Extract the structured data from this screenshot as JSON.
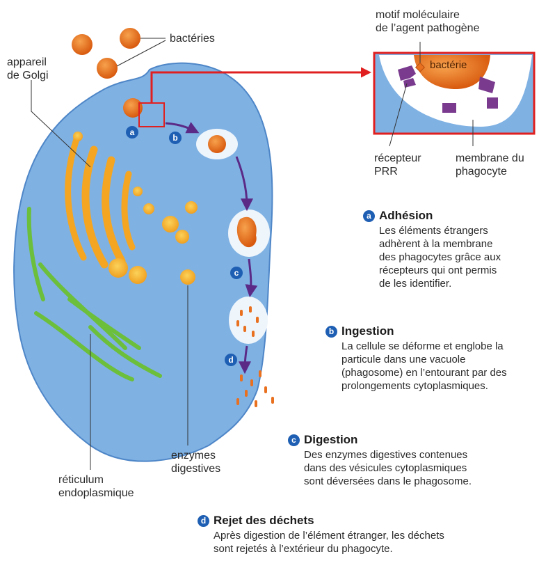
{
  "labels": {
    "bacteries": "bactéries",
    "golgi_line1": "appareil",
    "golgi_line2": "de Golgi",
    "motif_line1": "motif moléculaire",
    "motif_line2": "de l’agent pathogène",
    "bacterie_inset": "bactérie",
    "recepteur_line1": "récepteur",
    "recepteur_line2": "PRR",
    "membrane_line1": "membrane du",
    "membrane_line2": "phagocyte",
    "enzymes_line1": "enzymes",
    "enzymes_line2": "digestives",
    "reticulum_line1": "réticulum",
    "reticulum_line2": "endoplasmique"
  },
  "badges": {
    "a": "a",
    "b": "b",
    "c": "c",
    "d": "d"
  },
  "steps": {
    "a": {
      "title": "Adhésion",
      "lines": [
        "Les éléments étrangers",
        "adhèrent à la membrane",
        "des phagocytes grâce aux",
        "récepteurs qui ont permis",
        "de les identifier."
      ]
    },
    "b": {
      "title": "Ingestion",
      "lines": [
        "La cellule se déforme et englobe la",
        "particule dans une vacuole",
        "(phagosome) en l’entourant par des",
        "prolongements cytoplasmiques."
      ]
    },
    "c": {
      "title": "Digestion",
      "lines": [
        "Des enzymes digestives contenues",
        "dans des vésicules cytoplasmiques",
        "sont déversées dans le phagosome."
      ]
    },
    "d": {
      "title": "Rejet des déchets",
      "lines": [
        "Après digestion de l’élément étranger, les déchets",
        "sont rejetés à l’extérieur du phagocyte."
      ]
    }
  },
  "colors": {
    "cell": "#7fb1e3",
    "bacteria": "#e8701f",
    "golgi": "#f4a623",
    "reticulum": "#6cbf3a",
    "receptor": "#7a3b8e",
    "arrow_purple": "#5b2a86",
    "inset_frame": "#e02020",
    "badge": "#1f5fb3"
  }
}
